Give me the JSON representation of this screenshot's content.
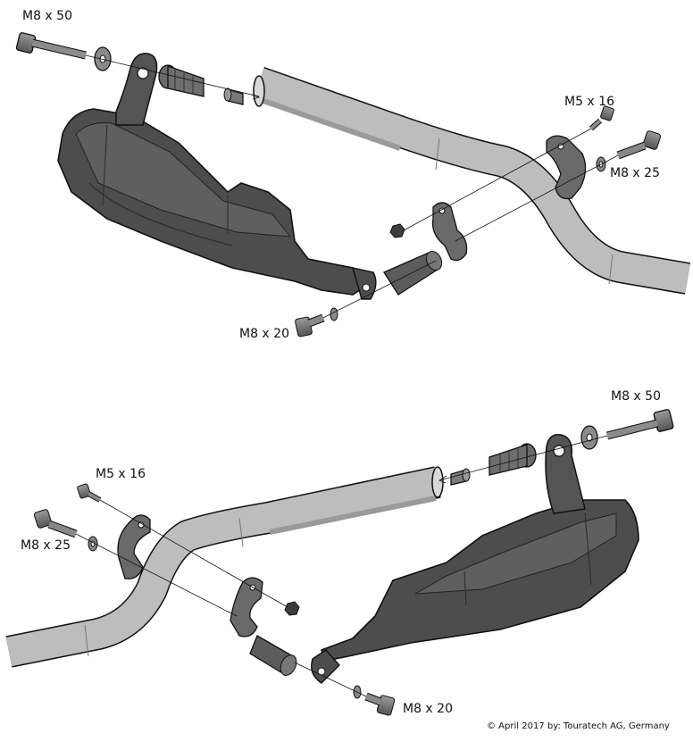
{
  "diagram": {
    "top_assembly": {
      "label_m8x50": "M8 x 50",
      "label_m5x16": "M5 x 16",
      "label_m8x25": "M8 x 25",
      "label_m8x20": "M8 x 20"
    },
    "bottom_assembly": {
      "label_m8x50": "M8 x 50",
      "label_m5x16": "M5 x 16",
      "label_m8x25": "M8 x 25",
      "label_m8x20": "M8 x 20"
    },
    "copyright": "© April 2017 by: Touratech AG, Germany"
  },
  "colors": {
    "handlebar": "#b9b9b9",
    "guard_dark": "#4a4a4a",
    "hardware": "#7a7a7a",
    "outline": "#111111"
  }
}
